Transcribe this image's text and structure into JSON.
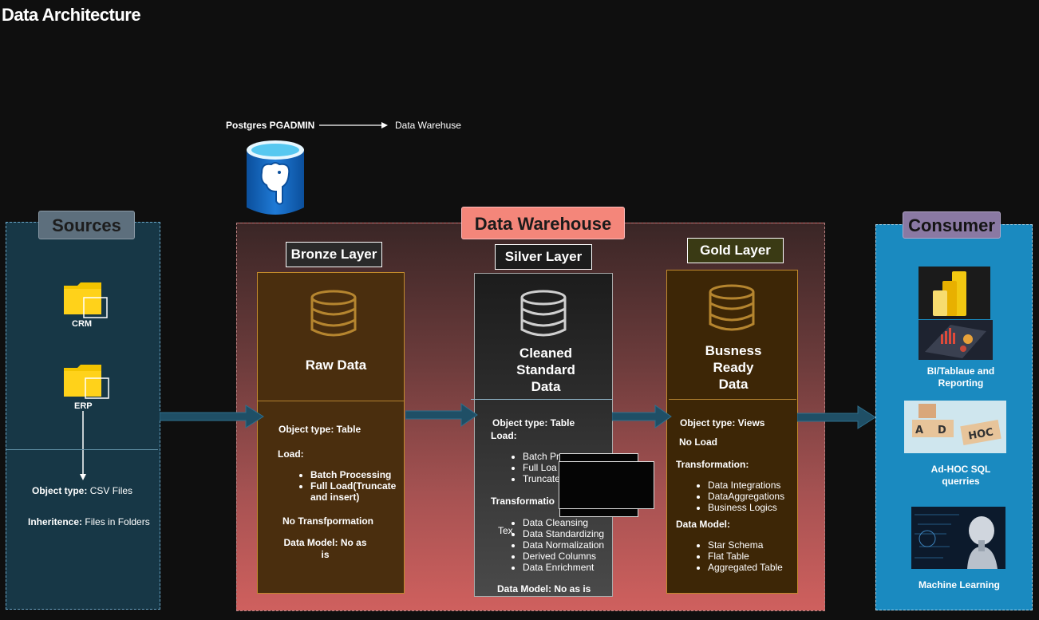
{
  "title": "Data Architecture",
  "pipeline": {
    "left": "Postgres PGADMIN",
    "right": "Data Warehuse"
  },
  "sources": {
    "header": "Sources",
    "items": [
      {
        "label": "CRM",
        "icon": "folder-icon"
      },
      {
        "label": "ERP",
        "icon": "folder-icon"
      }
    ],
    "object_type_label": "Object type:",
    "object_type_value": "CSV Files",
    "inheritence_label": "Inheritence:",
    "inheritence_value": "Files in Folders"
  },
  "warehouse": {
    "header": "Data Warehouse",
    "bronze": {
      "pill": "Bronze Layer",
      "heading": "Raw Data",
      "object_type": "Object type: Table",
      "load_label": "Load:",
      "load_items": [
        "Batch Processing",
        "Full Load(Truncate and insert)"
      ],
      "transformation": "No Transfpormation",
      "data_model": "Data Model: No as is"
    },
    "silver": {
      "pill": "Silver Layer",
      "heading_lines": [
        "Cleaned",
        "Standard",
        "Data"
      ],
      "object_type": "Object type: Table",
      "load_label": "Load:",
      "load_items": [
        "Batch Proce",
        "Full Loa",
        "Truncate"
      ],
      "transformation_label": "Transformatio",
      "stray_text": "Tex",
      "transformation_items": [
        "Data Cleansing",
        "Data Standardizing",
        "Data Normalization",
        "Derived Columns",
        "Data Enrichment"
      ],
      "data_model": "Data Model: No as is"
    },
    "gold": {
      "pill": "Gold Layer",
      "heading_lines": [
        "Busness",
        "Ready",
        "Data"
      ],
      "object_type": "Object type: Views",
      "load": "No Load",
      "transformation_label": "Transformation:",
      "transformation_items": [
        "Data Integrations",
        "DataAggregations",
        "Business Logics"
      ],
      "data_model_label": "Data Model:",
      "data_model_items": [
        "Star Schema",
        "Flat Table",
        "Aggregated Table"
      ]
    }
  },
  "consumer": {
    "header": "Consumer",
    "items": [
      {
        "label_lines": [
          "BI/Tablaue and",
          "Reporting"
        ]
      },
      {
        "label_lines": [
          "Ad-HOC SQL",
          "querries"
        ]
      },
      {
        "label_lines": [
          "Machine Learning"
        ]
      }
    ]
  },
  "colors": {
    "sources_bg": "#173746",
    "consumer_bg": "#1a8ac0",
    "warehouse_pill": "#f4867a",
    "arrow": "#1f4f66"
  }
}
